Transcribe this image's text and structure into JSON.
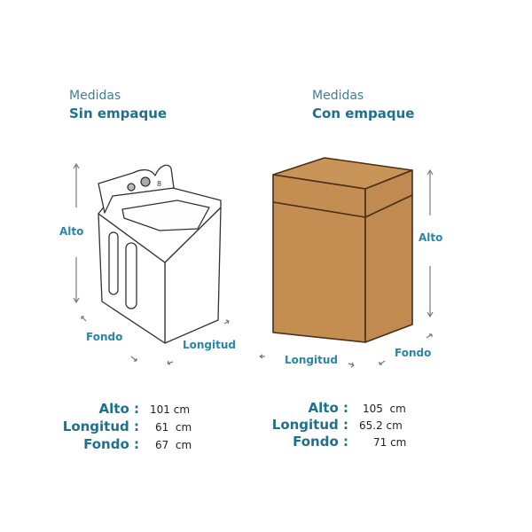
{
  "left": {
    "heading_line1": "Medidas",
    "heading_line2": "Sin empaque",
    "labels": {
      "alto": "Alto",
      "fondo": "Fondo",
      "longitud": "Longitud"
    },
    "specs": [
      {
        "key": "Alto :",
        "value": "101 cm"
      },
      {
        "key": "Longitud :",
        "value": "61  cm"
      },
      {
        "key": "Fondo :",
        "value": "67  cm"
      }
    ]
  },
  "right": {
    "heading_line1": "Medidas",
    "heading_line2": "Con empaque",
    "labels": {
      "alto": "Alto",
      "fondo": "Fondo",
      "longitud": "Longitud"
    },
    "specs": [
      {
        "key": "Alto :",
        "value": "105  cm"
      },
      {
        "key": "Longitud :",
        "value": "65.2 cm"
      },
      {
        "key": "Fondo :",
        "value": "71 cm"
      }
    ]
  },
  "colors": {
    "heading": "#1f6f8f",
    "label": "#2b86a8",
    "box_fill": "#c48d52",
    "box_stroke": "#4a2e14",
    "arrow": "#777777"
  }
}
